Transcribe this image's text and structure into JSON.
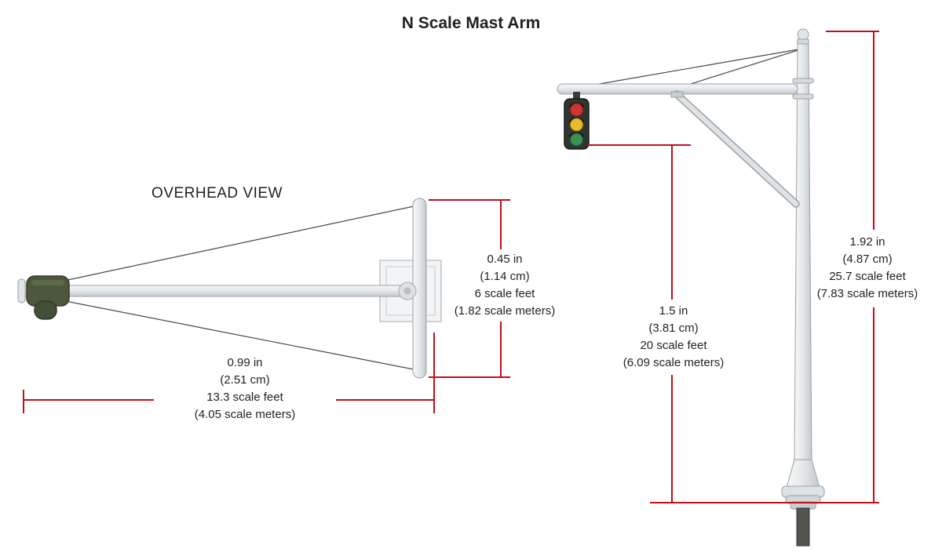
{
  "title": "N Scale Mast Arm",
  "labels": {
    "overhead_view": "OVERHEAD VIEW"
  },
  "colors": {
    "dimension": "#c10f1a",
    "text": "#231f20"
  },
  "dimensions": {
    "crossbar": {
      "lines": [
        "0.45 in",
        "(1.14 cm)",
        "6 scale feet",
        "(1.82 scale meters)"
      ]
    },
    "arm_length": {
      "lines": [
        "0.99 in",
        "(2.51 cm)",
        "13.3 scale feet",
        "(4.05 scale meters)"
      ]
    },
    "signal_clearance": {
      "lines": [
        "1.5 in",
        "(3.81 cm)",
        "20 scale feet",
        "(6.09 scale meters)"
      ]
    },
    "pole_height": {
      "lines": [
        "1.92 in",
        "(4.87 cm)",
        "25.7 scale feet",
        "(7.83 scale meters)"
      ]
    }
  }
}
